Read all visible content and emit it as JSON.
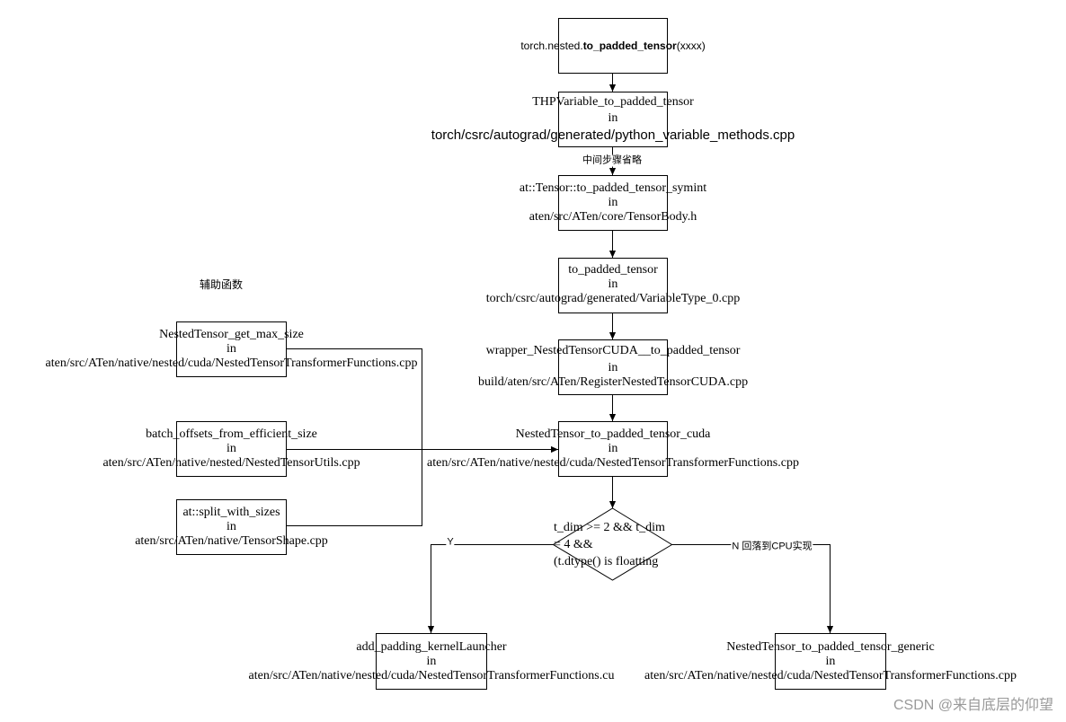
{
  "entry": {
    "prefix": "torch.nested.",
    "function": "to_padded_tensor",
    "suffix": "(xxxx)"
  },
  "steps": [
    {
      "function": "THPVariable_to_padded_tensor",
      "in": "in",
      "file": "torch/csrc/autograd/generated/python_variable_methods.cpp"
    },
    {
      "function": "at::Tensor::to_padded_tensor_symint",
      "in": "in",
      "file": "aten/src/ATen/core/TensorBody.h"
    },
    {
      "function": "to_padded_tensor",
      "in": "in",
      "file": "torch/csrc/autograd/generated/VariableType_0.cpp"
    },
    {
      "function": "wrapper_NestedTensorCUDA__to_padded_tensor",
      "in": "in",
      "file": "build/aten/src/ATen/RegisterNestedTensorCUDA.cpp"
    },
    {
      "function": "NestedTensor_to_padded_tensor_cuda",
      "in": "in",
      "file": "aten/src/ATen/native/nested/cuda/NestedTensorTransformerFunctions.cpp"
    }
  ],
  "skipped_steps_label": "中间步骤省略",
  "decision": {
    "lines": [
      "t_dim >= 2 && t_dim",
      "= 4 &&",
      "(t.dtype() is floatting"
    ],
    "yes_label": "Y",
    "no_label": "N 回落到CPU实现"
  },
  "yes_branch": {
    "function": "add_padding_kernelLauncher",
    "in": "in",
    "file": "aten/src/ATen/native/nested/cuda/NestedTensorTransformerFunctions.cu"
  },
  "no_branch": {
    "function": "NestedTensor_to_padded_tensor_generic",
    "in": "in",
    "file": "aten/src/ATen/native/nested/cuda/NestedTensorTransformerFunctions.cpp"
  },
  "helpers": {
    "title": "辅助函数",
    "items": [
      {
        "function": "NestedTensor_get_max_size",
        "in": "in",
        "file": "aten/src/ATen/native/nested/cuda/NestedTensorTransformerFunctions.cpp"
      },
      {
        "function": "batch_offsets_from_efficient_size",
        "in": "in",
        "file": "aten/src/ATen/native/nested/NestedTensorUtils.cpp"
      },
      {
        "function": "at::split_with_sizes",
        "in": "in",
        "file": "aten/src/ATen/native/TensorShape.cpp"
      }
    ]
  },
  "watermark": "CSDN @来自底层的仰望"
}
